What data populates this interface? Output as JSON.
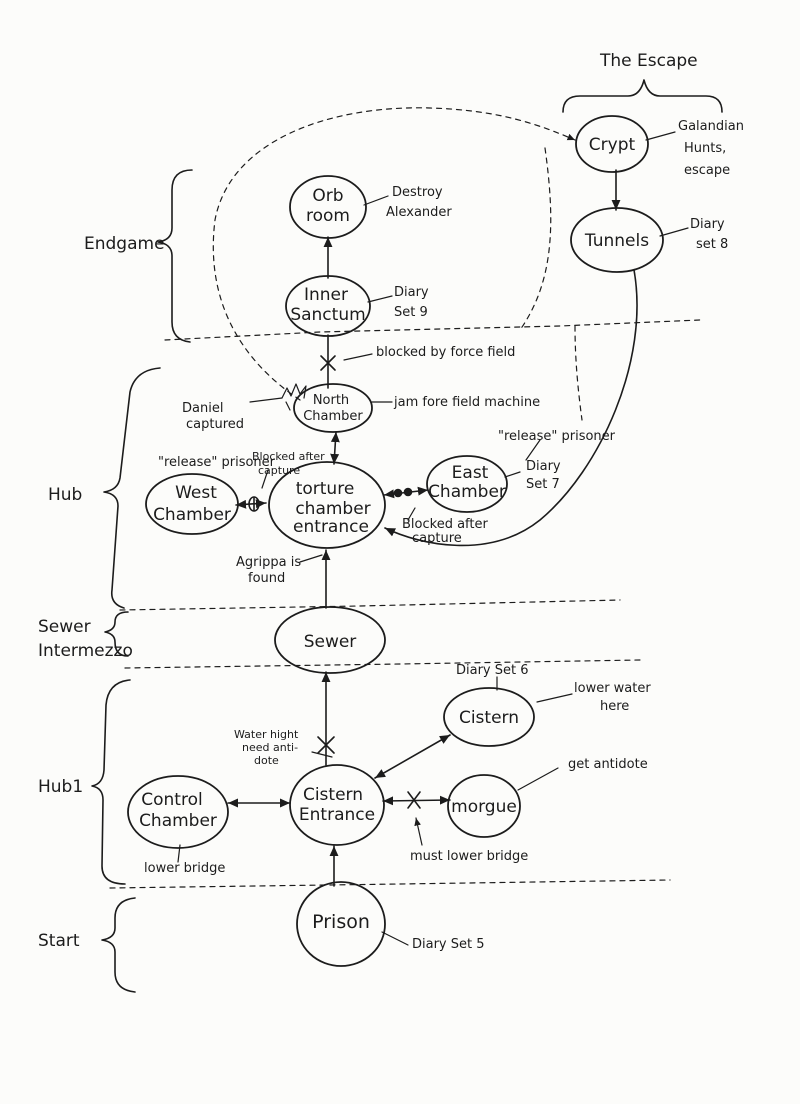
{
  "title": "The Escape",
  "sections": {
    "endgame": "Endgame",
    "hub": "Hub",
    "sewer_intermezzo": [
      "Sewer",
      "Intermezzo"
    ],
    "hub1": "Hub1",
    "start": "Start"
  },
  "nodes": {
    "crypt": [
      "Crypt"
    ],
    "tunnels": [
      "Tunnels"
    ],
    "orb_room": [
      "Orb",
      "room"
    ],
    "inner_sanctum": [
      "Inner",
      "Sanctum"
    ],
    "north_chamber": [
      "North",
      "Chamber"
    ],
    "west_chamber": [
      "West",
      "Chamber"
    ],
    "torture_chamber": [
      "torture",
      "chamber",
      "entrance"
    ],
    "east_chamber": [
      "East",
      "Chamber"
    ],
    "sewer": [
      "Sewer"
    ],
    "cistern": [
      "Cistern"
    ],
    "control_chamber": [
      "Control",
      "Chamber"
    ],
    "cistern_entrance": [
      "Cistern",
      "Entrance"
    ],
    "morgue": [
      "morgue"
    ],
    "prison": [
      "Prison"
    ]
  },
  "notes": {
    "crypt_note": [
      "Galandian",
      "Hunts,",
      "escape"
    ],
    "tunnels_note": [
      "Diary",
      "set 8"
    ],
    "orb_note": [
      "Destroy",
      "Alexander"
    ],
    "sanctum_note": [
      "Diary",
      "Set 9"
    ],
    "force_field_note": "blocked by force field",
    "daniel_note": [
      "Daniel",
      "captured"
    ],
    "north_note": "jam fore field machine",
    "west_release_note": "\"release\" prisoner",
    "west_blocked_note": [
      "Blocked after",
      "capture"
    ],
    "east_release_note": "\"release\" prisoner",
    "east_diary_note": [
      "Diary",
      "Set 7"
    ],
    "east_blocked_note": [
      "Blocked after",
      "capture"
    ],
    "agrippa_note": [
      "Agrippa is",
      "found"
    ],
    "cistern_diary_note": "Diary Set 6",
    "cistern_water_note": [
      "lower water",
      "here"
    ],
    "water_high_note": [
      "Water hight",
      "need anti-",
      "dote"
    ],
    "antidote_note": "get antidote",
    "control_note": "lower bridge",
    "bridge_note": "must lower bridge",
    "prison_note": "Diary Set 5"
  }
}
